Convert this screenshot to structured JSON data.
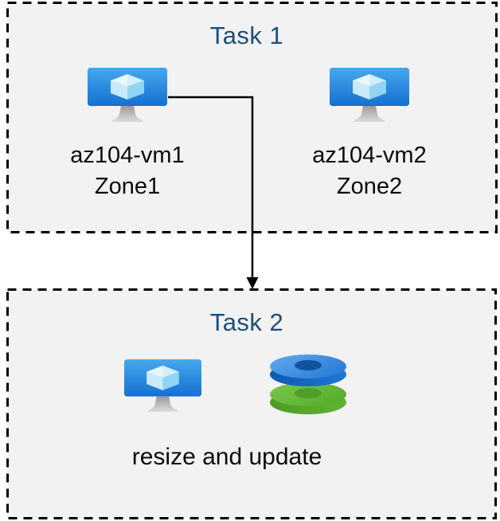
{
  "page": {
    "background": "#ffffff"
  },
  "task1": {
    "title": "Task 1",
    "vms": [
      {
        "name": "az104-vm1",
        "zone": "Zone1",
        "icon": "virtual-machine-icon"
      },
      {
        "name": "az104-vm2",
        "zone": "Zone2",
        "icon": "virtual-machine-icon"
      }
    ]
  },
  "task2": {
    "title": "Task 2",
    "caption": "resize and update",
    "icons": [
      "virtual-machine-icon",
      "managed-disks-icon"
    ]
  },
  "connector": {
    "type": "elbow-arrow",
    "from": "az104-vm1",
    "to": "Task 2"
  },
  "colors": {
    "title_text": "#1c4e79",
    "label_text": "#0b0b0b",
    "box_background": "#f2f2f2",
    "box_border": "#000000",
    "arrow": "#000000",
    "vm_screen_blue_top": "#46a8ee",
    "vm_screen_blue_bottom": "#1470d1",
    "disk_blue": "#2f7fd9",
    "disk_green": "#63b634",
    "stand_gray": "#b0b0b0"
  }
}
